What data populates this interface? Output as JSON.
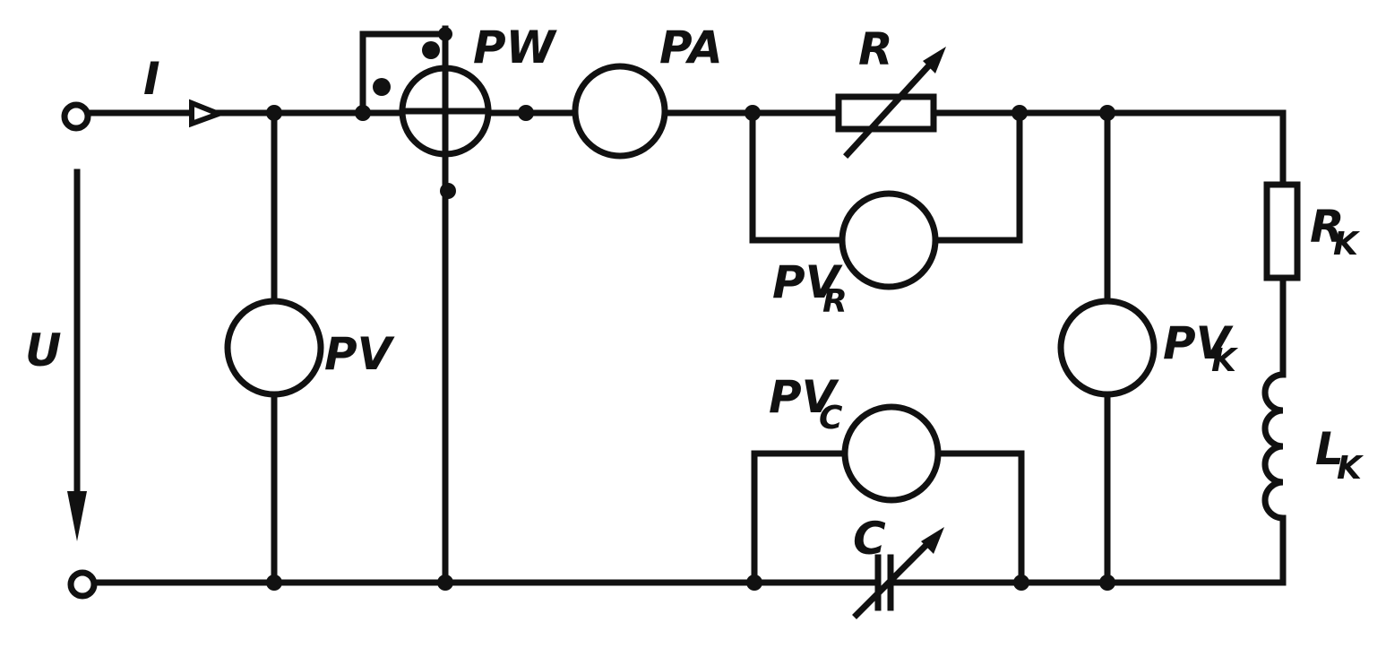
{
  "labels": {
    "current": "I",
    "voltage": "U",
    "wattmeter": "PW",
    "ammeter": "PA",
    "voltmeter": "PV",
    "resistor": "R",
    "voltmeter_r": "PV",
    "voltmeter_r_sub": "R",
    "voltmeter_c": "PV",
    "voltmeter_c_sub": "C",
    "voltmeter_k": "PV",
    "voltmeter_k_sub": "K",
    "capacitor": "C",
    "coil_resistance": "R",
    "coil_resistance_sub": "K",
    "coil_inductance": "L",
    "coil_inductance_sub": "K"
  }
}
